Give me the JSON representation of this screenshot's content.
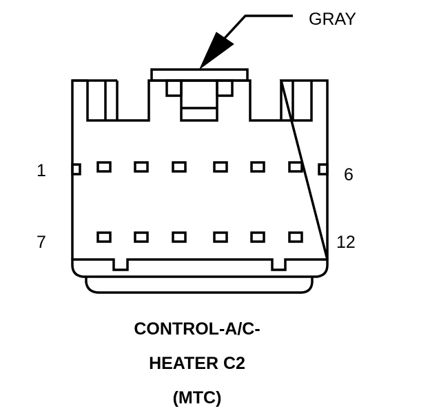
{
  "callout": {
    "label": "GRAY"
  },
  "pins": {
    "top_left": "1",
    "top_right": "6",
    "bottom_left": "7",
    "bottom_right": "12"
  },
  "title": {
    "line1": "CONTROL-A/C-",
    "line2": "HEATER C2",
    "line3": "(MTC)"
  },
  "colors": {
    "stroke": "#000000",
    "background": "#ffffff"
  }
}
